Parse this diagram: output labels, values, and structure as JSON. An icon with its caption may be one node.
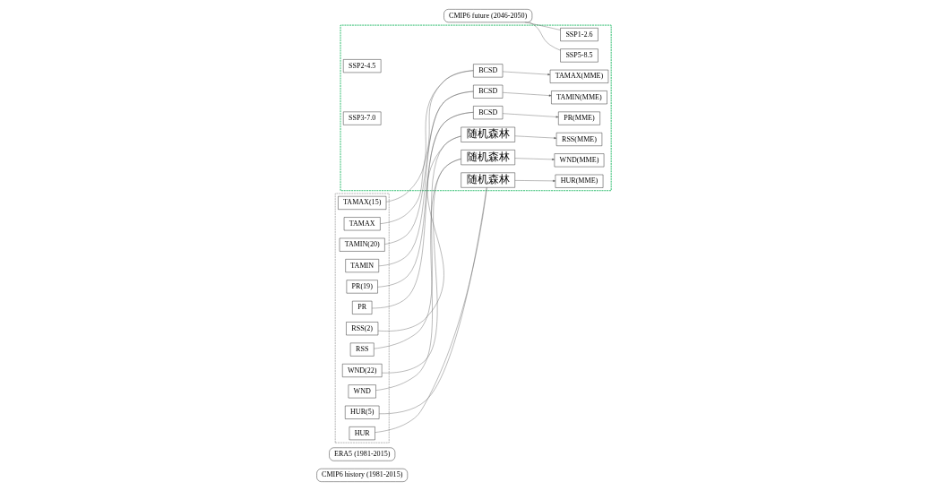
{
  "diagram": {
    "nodes": [
      {
        "text": [
          "CMIP6 history (1981-2015)"
        ]
      },
      {
        "text": [
          "ERA5 (1981-2015)"
        ]
      },
      {
        "text": [
          "CMIP6 future (2046-2050)"
        ]
      },
      {
        "text": [],
        "shape": "box"
      },
      {
        "text": [],
        "shape": "box"
      },
      {
        "text": [
          "TAMAX(15)"
        ],
        "in": 3
      },
      {
        "text": [
          "TAMAX"
        ],
        "in": 3
      },
      {
        "text": [
          "TAMIN(20)"
        ],
        "in": 3
      },
      {
        "text": [
          "TAMIN"
        ],
        "in": 3
      },
      {
        "text": [
          "PR(19)"
        ],
        "in": 3
      },
      {
        "text": [
          "PR"
        ],
        "in": 3
      },
      {
        "text": [
          "RSS(2)"
        ],
        "in": 3
      },
      {
        "text": [
          "RSS"
        ],
        "in": 3
      },
      {
        "text": [
          "WND(22)"
        ],
        "in": 3
      },
      {
        "text": [
          "WND"
        ],
        "in": 3
      },
      {
        "text": [
          "HUR(5)"
        ],
        "in": 3
      },
      {
        "text": [
          "HUR"
        ],
        "in": 3
      },
      {
        "text": [
          "SSP1-2.6"
        ],
        "in": 4
      },
      {
        "text": [
          "SSP2-4.5"
        ],
        "in": 4
      },
      {
        "text": [
          "SSP3-7.0"
        ],
        "in": 4
      },
      {
        "text": [
          "SSP5-8.5"
        ],
        "in": 4
      },
      {
        "text": [
          "BCSD"
        ],
        "in": 4
      },
      {
        "text": [
          "TAMAX(MME)"
        ],
        "in": 4
      },
      {
        "text": [
          "BCSD"
        ],
        "in": 4
      },
      {
        "text": [
          "TAMIN(MME)"
        ],
        "in": 4
      },
      {
        "text": [
          "BCSD"
        ],
        "in": 4
      },
      {
        "text": [
          "PR(MME)"
        ],
        "in": 4
      },
      {
        "text": [
          "随机森林"
        ],
        "in": 4
      },
      {
        "text": [
          "RSS(MME)"
        ],
        "in": 4
      },
      {
        "text": [
          "随机森林"
        ],
        "in": 4
      },
      {
        "text": [
          "WND(MME)"
        ],
        "in": 4
      },
      {
        "text": [
          "随机森林"
        ],
        "in": 4
      },
      {
        "text": [
          "HUR(MME)"
        ],
        "in": 4
      }
    ],
    "edges": [
      {
        "from": 2,
        "to": 17,
        "arrow": "none"
      },
      {
        "from": 2,
        "to": 20,
        "arrow": "none"
      },
      {
        "from": 5,
        "to": 21,
        "arrow": "none"
      },
      {
        "from": 6,
        "to": 21,
        "arrow": "none"
      },
      {
        "from": 21,
        "to": 22,
        "arrow": "to"
      },
      {
        "from": 7,
        "to": 23,
        "arrow": "none"
      },
      {
        "from": 8,
        "to": 23,
        "arrow": "none"
      },
      {
        "from": 23,
        "to": 24,
        "arrow": "to"
      },
      {
        "from": 9,
        "to": 25,
        "arrow": "none"
      },
      {
        "from": 10,
        "to": 25,
        "arrow": "none"
      },
      {
        "from": 25,
        "to": 26,
        "arrow": "to"
      },
      {
        "from": 11,
        "to": 27,
        "arrow": "none"
      },
      {
        "from": 12,
        "to": 27,
        "arrow": "none"
      },
      {
        "from": 27,
        "to": 28,
        "arrow": "to"
      },
      {
        "from": 13,
        "to": 29,
        "arrow": "none"
      },
      {
        "from": 14,
        "to": 29,
        "arrow": "none"
      },
      {
        "from": 29,
        "to": 30,
        "arrow": "to"
      },
      {
        "from": 15,
        "to": 31,
        "arrow": "none"
      },
      {
        "from": 16,
        "to": 31,
        "arrow": "none"
      },
      {
        "from": 31,
        "to": 32,
        "arrow": "to"
      }
    ]
  }
}
